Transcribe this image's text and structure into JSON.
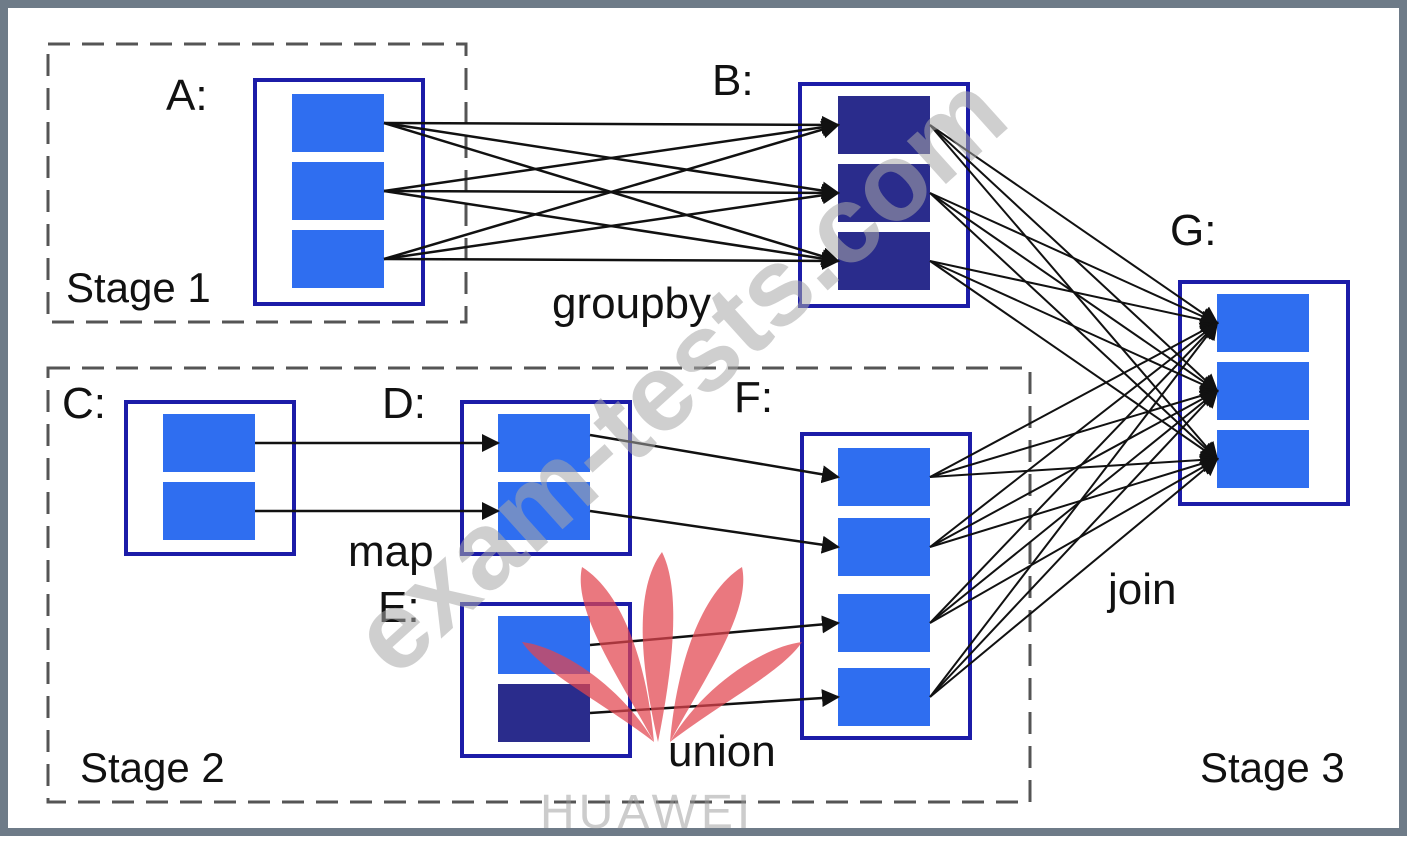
{
  "diagram": {
    "nodes": {
      "A": "A:",
      "B": "B:",
      "C": "C:",
      "D": "D:",
      "E": "E:",
      "F": "F:",
      "G": "G:"
    },
    "stages": {
      "stage1": "Stage 1",
      "stage2": "Stage 2",
      "stage3": "Stage 3"
    },
    "operations": {
      "groupby": "groupby",
      "map": "map",
      "union": "union",
      "join": "join"
    }
  },
  "watermark": {
    "site": "exam-tests.com",
    "brand": "HUAWEI"
  },
  "colors": {
    "partition": "#2f6ef0",
    "partition_dark": "#2a2c8c",
    "rdd_border": "#1c1ca8",
    "stage_border": "#555555",
    "arrow": "#111111",
    "frame": "#6e7b88"
  }
}
